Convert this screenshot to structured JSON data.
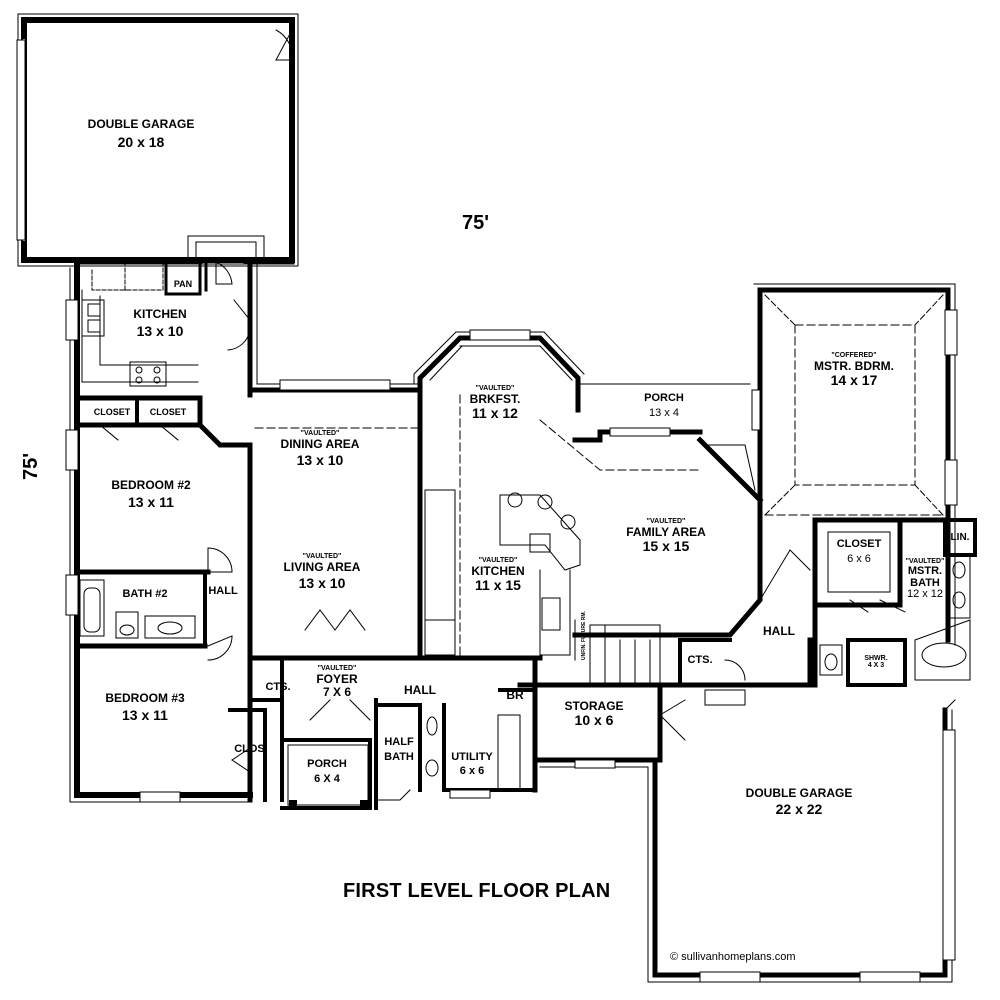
{
  "plan": {
    "title": "FIRST LEVEL FLOOR PLAN",
    "width_dim": "75'",
    "depth_dim": "75'",
    "credit": "© sullivanhomeplans.com"
  },
  "rooms": {
    "garage_top": {
      "name": "DOUBLE GARAGE",
      "dims": "20 x 18"
    },
    "kitchen_left": {
      "name": "KITCHEN",
      "dims": "13 x 10"
    },
    "pantry": {
      "name": "PAN"
    },
    "closet_a": {
      "name": "CLOSET"
    },
    "closet_b": {
      "name": "CLOSET"
    },
    "bedroom2": {
      "name": "BEDROOM #2",
      "dims": "13 x 11"
    },
    "bath2": {
      "name": "BATH #2"
    },
    "hall_left": {
      "name": "HALL"
    },
    "bedroom3": {
      "name": "BEDROOM #3",
      "dims": "13 x 11"
    },
    "closet_small": {
      "name": "CLOS."
    },
    "dining": {
      "tag": "\"VAULTED\"",
      "name": "DINING AREA",
      "dims": "13 x 10"
    },
    "living": {
      "tag": "\"VAULTED\"",
      "name": "LIVING AREA",
      "dims": "13 x 10"
    },
    "cts_left": {
      "name": "CTS."
    },
    "foyer": {
      "tag": "\"VAULTED\"",
      "name": "FOYER",
      "dims": "7 X 6"
    },
    "hall_mid": {
      "name": "HALL"
    },
    "porch_front": {
      "name": "PORCH",
      "dims": "6 X 4"
    },
    "half_bath": {
      "name": "HALF",
      "name2": "BATH"
    },
    "utility": {
      "name": "UTILITY",
      "dims": "6 x 6"
    },
    "br": {
      "name": "BR"
    },
    "brkfst": {
      "tag": "\"VAULTED\"",
      "name": "BRKFST.",
      "dims": "11 x 12"
    },
    "kitchen_main": {
      "tag": "\"VAULTED\"",
      "name": "KITCHEN",
      "dims": "11 x 15"
    },
    "porch_rear": {
      "name": "PORCH",
      "dims": "13 x 4"
    },
    "family": {
      "tag": "\"VAULTED\"",
      "name": "FAMILY AREA",
      "dims": "15 x 15"
    },
    "master_bdrm": {
      "tag": "\"COFFERED\"",
      "name": "MSTR. BDRM.",
      "dims": "14 x 17"
    },
    "closet_master": {
      "name": "CLOSET",
      "dims": "6 x 6"
    },
    "lin": {
      "name": "LIN."
    },
    "master_bath": {
      "tag": "\"VAULTED\"",
      "name": "MSTR.",
      "name2": "BATH",
      "dims": "12 x 12"
    },
    "shower": {
      "name": "SHWR.",
      "dims": "4 X 3"
    },
    "hall_right": {
      "name": "HALL"
    },
    "cts_right": {
      "name": "CTS."
    },
    "storage": {
      "name": "STORAGE",
      "dims": "10 x 6"
    },
    "garage_bottom": {
      "name": "DOUBLE GARAGE",
      "dims": "22 x 22"
    }
  },
  "notes": {
    "stair_note": "UNFIN. FUTURE RM."
  }
}
